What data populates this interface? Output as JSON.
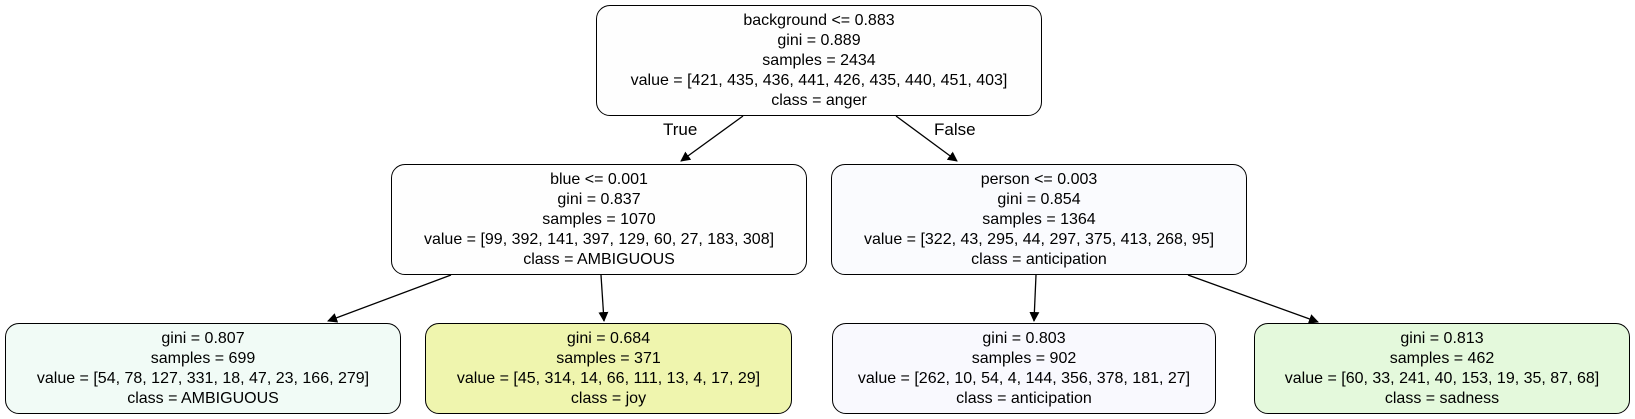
{
  "colors": {
    "node_border": "#000000",
    "edge": "#000000",
    "background": "#ffffff"
  },
  "tree": {
    "nodes": [
      {
        "id": "root",
        "split": "background <= 0.883",
        "gini": "gini = 0.889",
        "samples": "samples = 2434",
        "value": "value = [421, 435, 436, 441, 426, 435, 440, 451, 403]",
        "class": "class = anger",
        "fill": "#fefefe"
      },
      {
        "id": "left",
        "split": "blue <= 0.001",
        "gini": "gini = 0.837",
        "samples": "samples = 1070",
        "value": "value = [99, 392, 141, 397, 129, 60, 27, 183, 308]",
        "class": "class = AMBIGUOUS",
        "fill": "#fefefe"
      },
      {
        "id": "right",
        "split": "person <= 0.003",
        "gini": "gini = 0.854",
        "samples": "samples = 1364",
        "value": "value = [322, 43, 295, 44, 297, 375, 413, 268, 95]",
        "class": "class = anticipation",
        "fill": "#fafbfe"
      },
      {
        "id": "left-left",
        "gini": "gini = 0.807",
        "samples": "samples = 699",
        "value": "value = [54, 78, 127, 331, 18, 47, 23, 166, 279]",
        "class": "class = AMBIGUOUS",
        "fill": "#f1fbf6"
      },
      {
        "id": "left-right",
        "gini": "gini = 0.684",
        "samples": "samples = 371",
        "value": "value = [45, 314, 14, 66, 111, 13, 4, 17, 29]",
        "class": "class = joy",
        "fill": "#eff5ae"
      },
      {
        "id": "right-left",
        "gini": "gini = 0.803",
        "samples": "samples = 902",
        "value": "value = [262, 10, 54, 4, 144, 356, 378, 181, 27]",
        "class": "class = anticipation",
        "fill": "#f9f9fe"
      },
      {
        "id": "right-right",
        "gini": "gini = 0.813",
        "samples": "samples = 462",
        "value": "value = [60, 33, 241, 40, 153, 19, 35, 87, 68]",
        "class": "class = sadness",
        "fill": "#e4f9dc"
      }
    ],
    "edge_labels": {
      "true": "True",
      "false": "False"
    }
  }
}
